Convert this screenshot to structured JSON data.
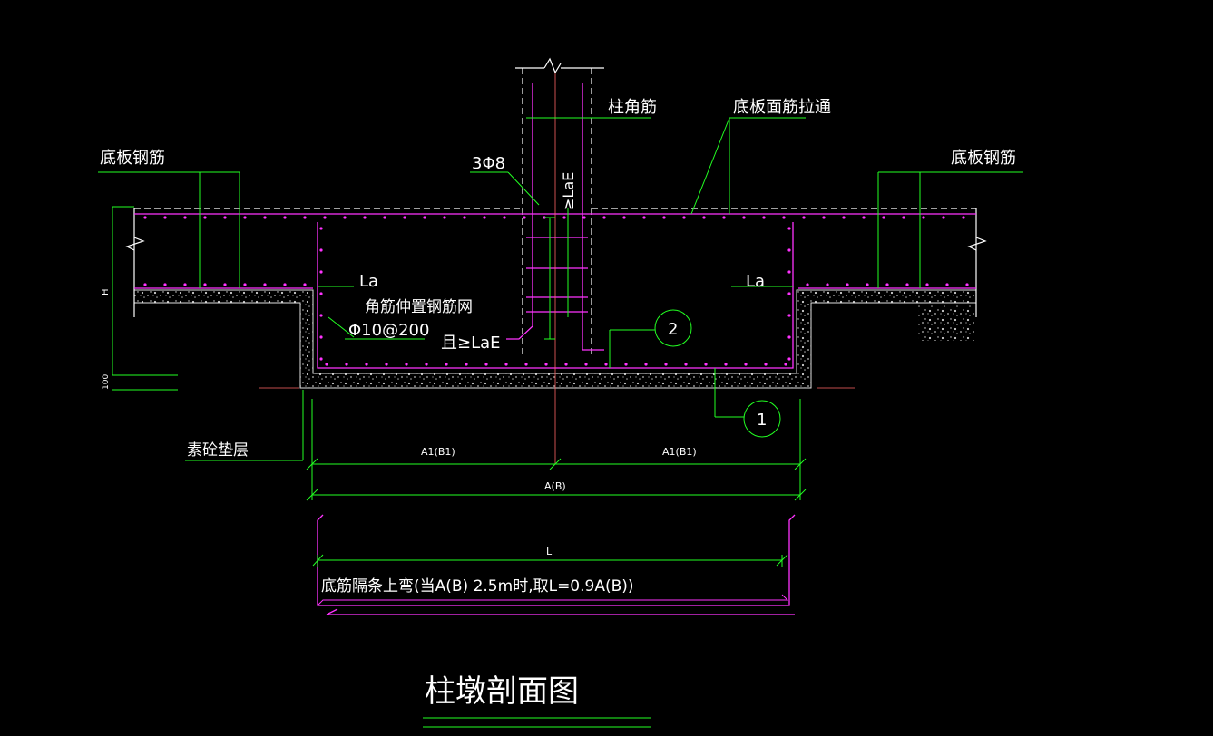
{
  "drawing": {
    "title": "柱墩剖面图",
    "colors": {
      "background": "#000000",
      "rebar": "#ff33ff",
      "dimension": "#22ff22",
      "text": "#ffffff",
      "concrete": "#bbbbbb",
      "centerline": "#ff5555"
    },
    "labels": {
      "bottom_rebar_left": "底板钢筋",
      "bottom_rebar_right": "底板钢筋",
      "column_corner_bar": "柱角筋",
      "top_bar_through": "底板面筋拉通",
      "stirrup": "3Φ8",
      "lae_vertical": "≥LaE",
      "la_left": "La",
      "la_right": "La",
      "corner_mesh": "角筋伸置钢筋网",
      "mesh_spec": "Φ10@200",
      "and_lae": "且≥LaE",
      "callout_2": "2",
      "callout_1": "1",
      "h_dim": "H",
      "cushion_dim": "100",
      "plain_concrete": "素砼垫层",
      "a1_left": "A1(B1)",
      "a1_right": "A1(B1)",
      "a_total": "A(B)",
      "l_dim": "L",
      "bottom_note": "底筋隔条上弯(当A(B) 2.5m时,取L=0.9A(B))"
    }
  }
}
